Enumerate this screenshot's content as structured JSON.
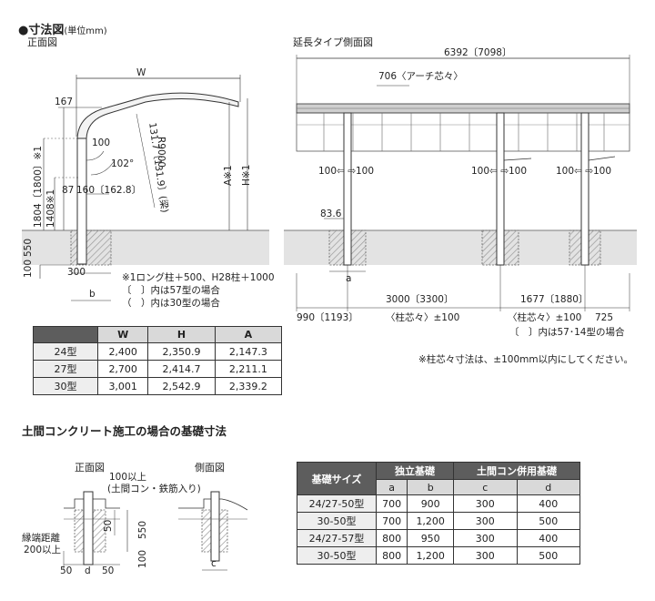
{
  "heading": {
    "bullet": "●寸法図",
    "unit": "(単位mm)"
  },
  "front_view": {
    "title": "正面図",
    "labels": {
      "W": "W",
      "A": "A※1",
      "H": "H※1",
      "R": "R9000",
      "d167": "167",
      "d100": "100",
      "d102": "102°",
      "d131": "131.7〔131.9〕(梁)",
      "d1804": "1804〔1800〕※1",
      "d1408": "1408※1",
      "d87": "87",
      "d160": "160〔162.8〕",
      "d550": "550",
      "d100b": "100",
      "d300": "300",
      "b": "b"
    },
    "notes": [
      "※1ロング柱＋500、H28柱＋1000",
      "〔　〕内は57型の場合",
      "（　）内は30型の場合"
    ]
  },
  "side_view": {
    "title": "延長タイプ側面図",
    "labels": {
      "total": "6392〔7098〕",
      "arch": "706〈アーチ芯々〉",
      "a1": "100⇦",
      "a1b": "⇨100",
      "a2": "100⇦",
      "a2b": "⇨100",
      "a3": "100⇦",
      "a3b": "⇨100",
      "d836": "83.6",
      "a": "a",
      "span1": "3000〔3300〕",
      "span2": "1677〔1880〕",
      "left": "990〔1193〕",
      "right": "725",
      "pitch1": "〈柱芯々〉±100",
      "pitch2": "〈柱芯々〉±100"
    },
    "notes": [
      "〔　〕内は57･14型の場合",
      "※柱芯々寸法は、±100mm以内にしてください。"
    ]
  },
  "size_table": {
    "headers": [
      "",
      "W",
      "H",
      "A"
    ],
    "rows": [
      [
        "24型",
        "2,400",
        "2,350.9",
        "2,147.3"
      ],
      [
        "27型",
        "2,700",
        "2,414.7",
        "2,211.1"
      ],
      [
        "30型",
        "3,001",
        "2,542.9",
        "2,339.2"
      ]
    ]
  },
  "foundation": {
    "title": "土間コンクリート施工の場合の基礎寸法",
    "front_title": "正面図",
    "side_title": "側面図",
    "labels": {
      "top": "100以上",
      "top2": "(土間コン・鉄筋入り)",
      "d50": "50",
      "d550": "550",
      "d100": "100",
      "edge": "縁端距離",
      "edge2": "200以上",
      "b50": "50",
      "bd": "d",
      "b50b": "50",
      "c": "c"
    }
  },
  "base_table": {
    "header_row1": [
      "基礎サイズ",
      "独立基礎",
      "土間コン併用基礎"
    ],
    "header_row2": [
      "a",
      "b",
      "c",
      "d"
    ],
    "rows": [
      [
        "24/27-50型",
        "700",
        "900",
        "300",
        "400"
      ],
      [
        "30-50型",
        "700",
        "1,200",
        "300",
        "500"
      ],
      [
        "24/27-57型",
        "800",
        "950",
        "300",
        "400"
      ],
      [
        "30-50型",
        "800",
        "1,200",
        "300",
        "500"
      ]
    ]
  }
}
